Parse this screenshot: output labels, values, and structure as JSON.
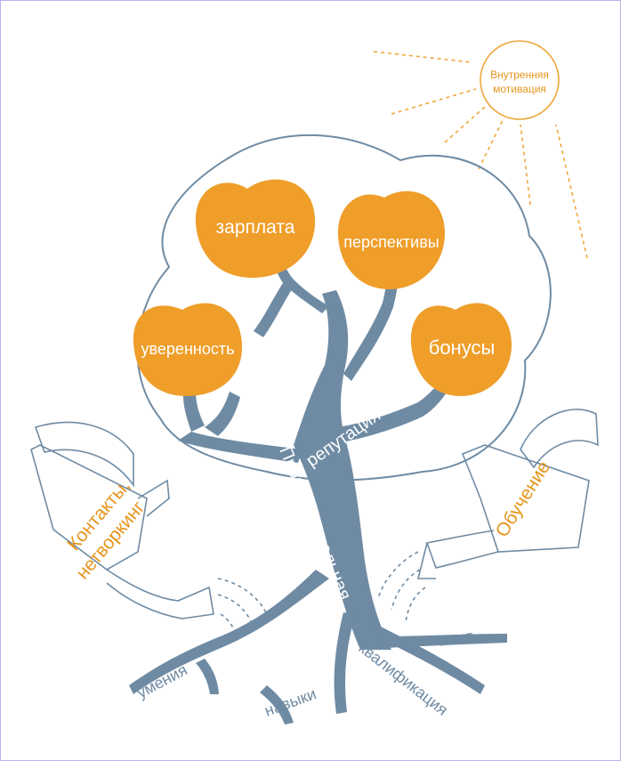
{
  "sun": {
    "line1": "Внутренняя",
    "line2": "мотивация"
  },
  "fruits": {
    "salary": "зарплата",
    "prospects": "перспективы",
    "confidence": "уверенность",
    "bonuses": "бонусы"
  },
  "trunk": {
    "reputation": "репутация",
    "professional": "Профессиональная"
  },
  "cans": {
    "left_line1": "Контакты,",
    "left_line2": "нетворкинг",
    "right": "Обучение"
  },
  "roots": {
    "skills_abilities": "умения",
    "skills": "навыки",
    "qualification": "квалификация",
    "experience": "опыт"
  },
  "colors": {
    "orange": "#EF9E2A",
    "tree": "#6F8BA3",
    "outline": "#6F8BA3",
    "text_orange": "#E6951D"
  }
}
